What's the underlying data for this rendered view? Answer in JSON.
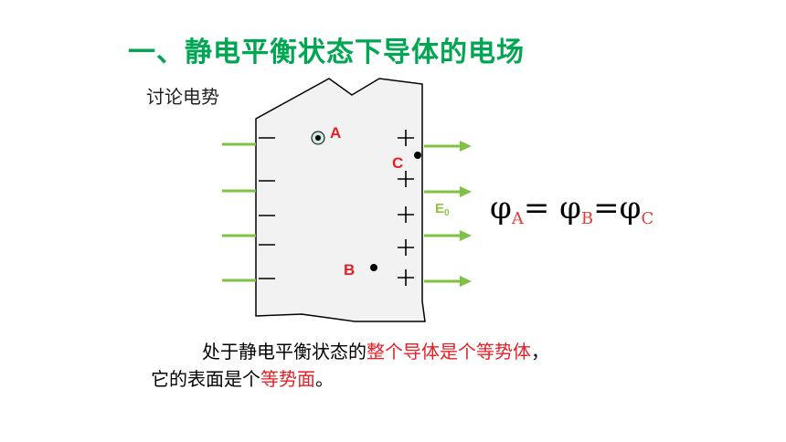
{
  "title": "一、静电平衡状态下导体的电场",
  "subtitle": "讨论电势",
  "labels": {
    "A": "A",
    "B": "B",
    "C": "C",
    "E0": "E",
    "E0_sub": "0"
  },
  "formula": {
    "phi1": "φ",
    "sub1": "A",
    "eq1": "= ",
    "phi2": "φ",
    "sub2": "B",
    "eq2": "=",
    "phi3": "φ",
    "sub3": "C"
  },
  "paragraph": {
    "line1_plain": "处于静电平衡状态的",
    "line1_red": "整个导体是个等势体",
    "line1_end": "，",
    "line2_plain": "它的表面是个",
    "line2_red": "等势面",
    "line2_end": "。"
  },
  "colors": {
    "title": "#00a651",
    "arrow": "#7dc242",
    "field_label": "#8dc63f",
    "point_label": "#e81e25",
    "body": "#f2f2f2"
  }
}
